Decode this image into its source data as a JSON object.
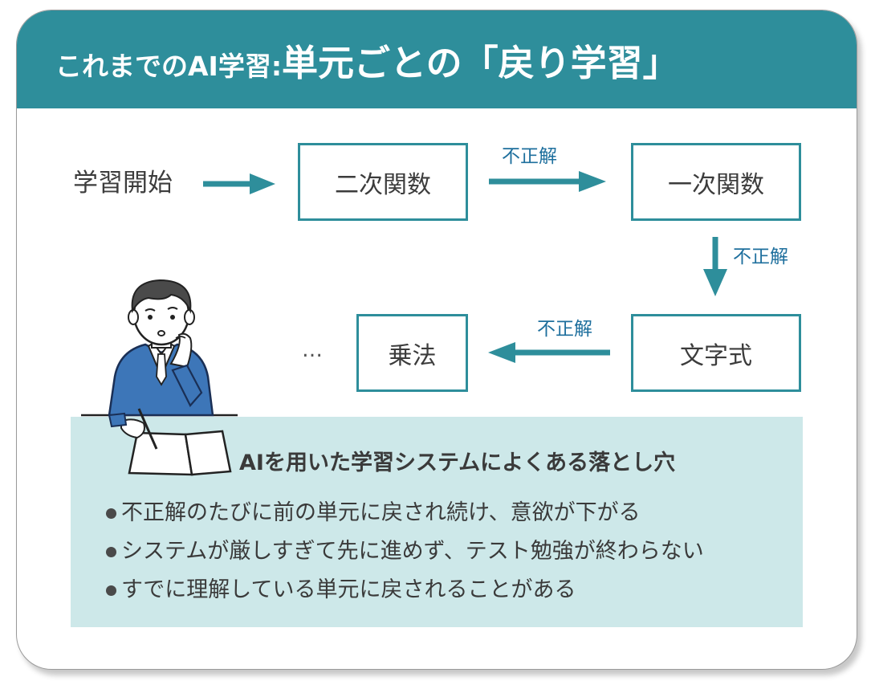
{
  "title": {
    "prefix": "これまでのAI学習:",
    "main": "単元ごとの「戻り学習」"
  },
  "flow": {
    "start_label": "学習開始",
    "nodes": [
      "二次関数",
      "一次関数",
      "文字式",
      "乗法"
    ],
    "ellipsis": "…",
    "edge_label": "不正解"
  },
  "info": {
    "title": "AIを用いた学習システムによくある落とし穴",
    "bullets": [
      "不正解のたびに前の単元に戻され続け、意欲が下がる",
      "システムが厳しすぎて先に進めず、テスト勉強が終わらない",
      "すでに理解している単元に戻されることがある"
    ]
  },
  "colors": {
    "header_bg": "#2e8e9b",
    "box_border": "#2e8e9b",
    "arrow": "#2e8e9b",
    "edge_label": "#1e6f9d",
    "info_bg": "#cde8e9",
    "jacket": "#3d76b8"
  },
  "icons": [
    "thinking-student-illustration"
  ]
}
